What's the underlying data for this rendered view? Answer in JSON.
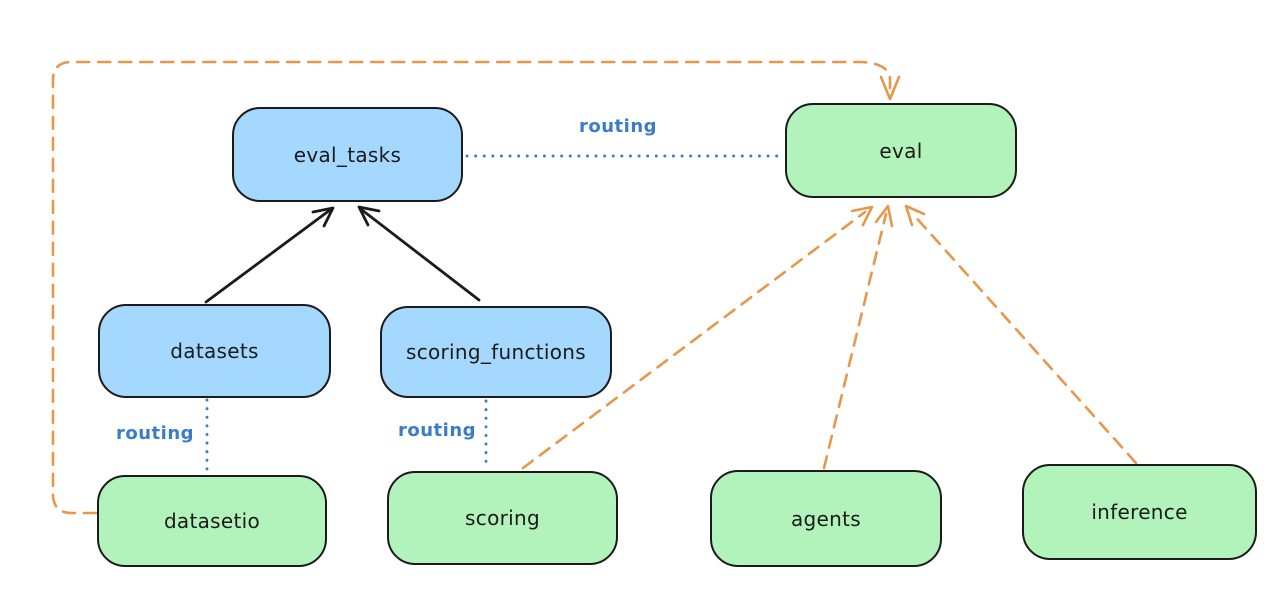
{
  "colors": {
    "background": "#ffffff",
    "blue_node_fill": "#a5d8ff",
    "green_node_fill": "#b2f2bb",
    "node_border": "#1b1b1b",
    "routing_blue": "#3a7cc9",
    "orange_dashed": "#e8964a",
    "black_arrow": "#1b1b1b"
  },
  "nodes": {
    "eval_tasks": {
      "label": "eval_tasks",
      "fill": "#a5d8ff"
    },
    "eval": {
      "label": "eval",
      "fill": "#b2f2bb"
    },
    "datasets": {
      "label": "datasets",
      "fill": "#a5d8ff"
    },
    "scoring_functions": {
      "label": "scoring_functions",
      "fill": "#a5d8ff"
    },
    "datasetio": {
      "label": "datasetio",
      "fill": "#b2f2bb"
    },
    "scoring": {
      "label": "scoring",
      "fill": "#b2f2bb"
    },
    "agents": {
      "label": "agents",
      "fill": "#b2f2bb"
    },
    "inference": {
      "label": "inference",
      "fill": "#b2f2bb"
    }
  },
  "edge_labels": {
    "eval_tasks_to_eval": "routing",
    "datasets_to_datasetio": "routing",
    "scoring_functions_to_scoring": "routing"
  },
  "edges": [
    {
      "from": "datasets",
      "to": "eval_tasks",
      "style": "black-solid-arrow"
    },
    {
      "from": "scoring_functions",
      "to": "eval_tasks",
      "style": "black-solid-arrow"
    },
    {
      "from": "eval_tasks",
      "to": "eval",
      "style": "blue-dotted",
      "label": "routing"
    },
    {
      "from": "datasets",
      "to": "datasetio",
      "style": "blue-dotted",
      "label": "routing"
    },
    {
      "from": "scoring_functions",
      "to": "scoring",
      "style": "blue-dotted",
      "label": "routing"
    },
    {
      "from": "datasetio",
      "to": "eval",
      "style": "orange-dashed-arrow"
    },
    {
      "from": "scoring",
      "to": "eval",
      "style": "orange-dashed-arrow"
    },
    {
      "from": "agents",
      "to": "eval",
      "style": "orange-dashed-arrow"
    },
    {
      "from": "inference",
      "to": "eval",
      "style": "orange-dashed-arrow"
    }
  ]
}
